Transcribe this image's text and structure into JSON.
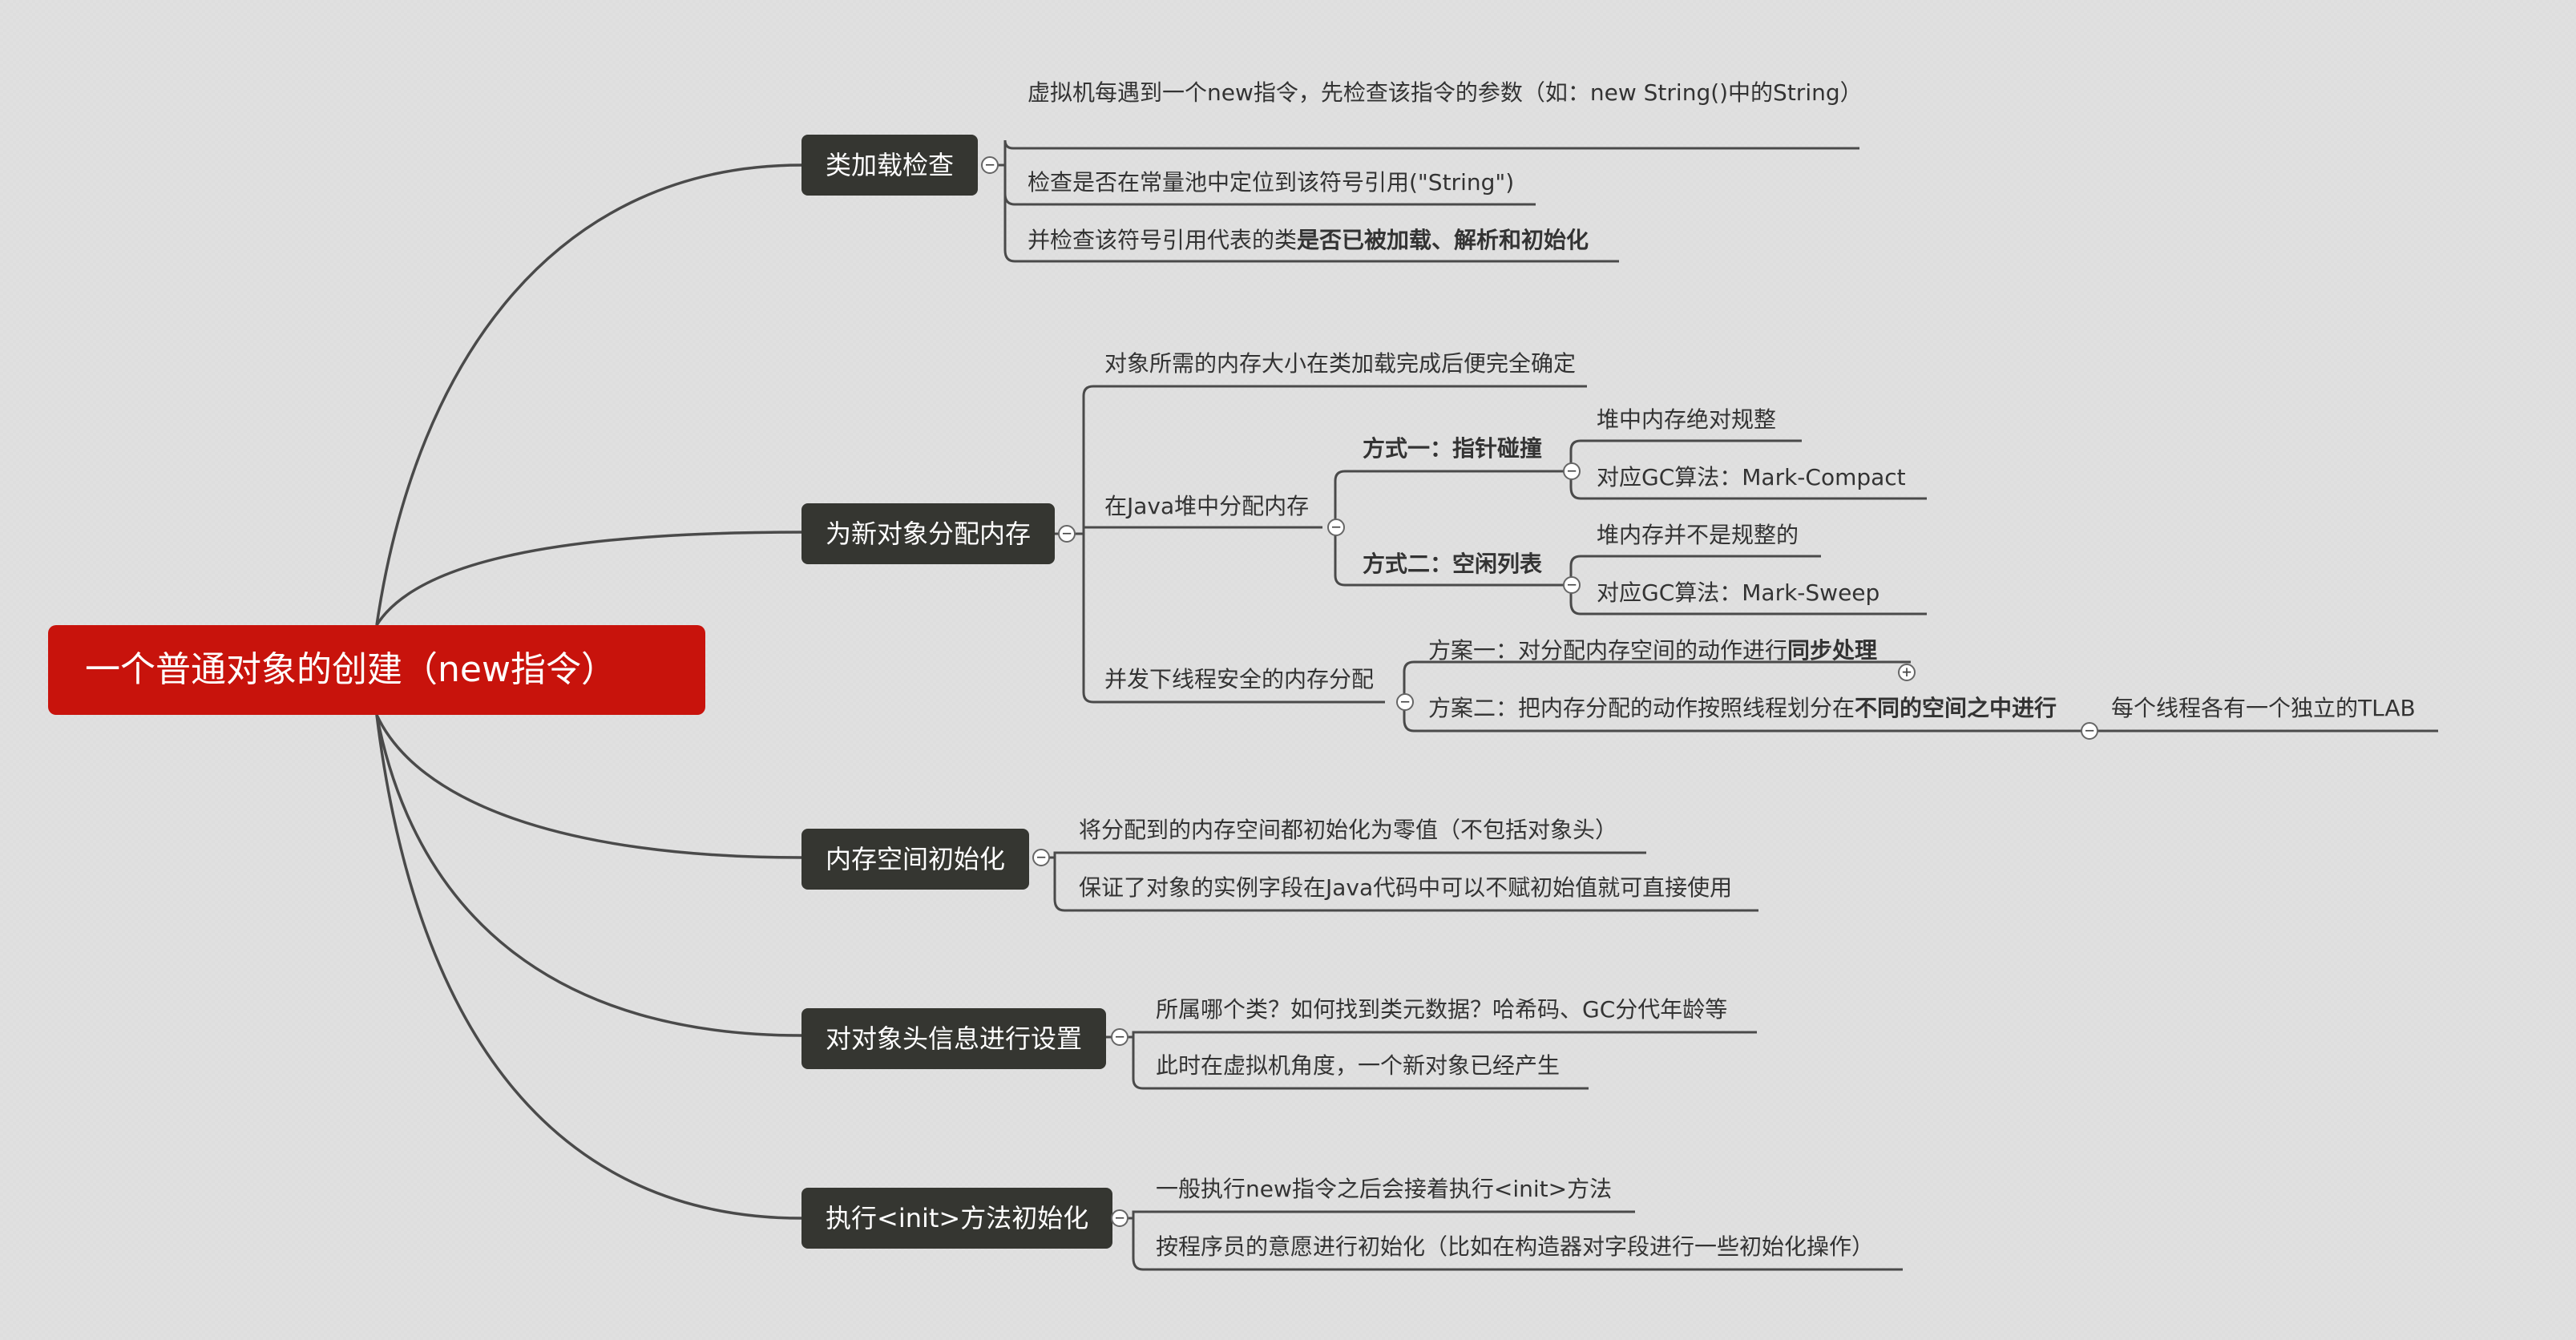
{
  "root": {
    "label": "一个普通对象的创建（new指令）"
  },
  "branches": [
    {
      "label": "类加载检查",
      "children": [
        "虚拟机每遇到一个new指令，先检查该指令的参数（如：new String()中的String）",
        "检查是否在常量池中定位到该符号引用(\"String\")",
        {
          "text": "并检查该符号引用代表的类",
          "bold": "是否已被加载、解析和初始化"
        }
      ]
    },
    {
      "label": "为新对象分配内存",
      "children": [
        "对象所需的内存大小在类加载完成后便完全确定",
        {
          "label": "在Java堆中分配内存",
          "methods": [
            {
              "label": "方式一：指针碰撞",
              "items": [
                "堆中内存绝对规整",
                "对应GC算法：Mark-Compact"
              ]
            },
            {
              "label": "方式二：空闲列表",
              "items": [
                "堆内存并不是规整的",
                "对应GC算法：Mark-Sweep"
              ]
            }
          ]
        },
        {
          "label": "并发下线程安全的内存分配",
          "plans": [
            {
              "text": "方案一：对分配内存空间的动作进行",
              "bold": "同步处理"
            },
            {
              "text": "方案二：把内存分配的动作按照线程划分在",
              "bold": "不同的空间之中进行",
              "child": "每个线程各有一个独立的TLAB"
            }
          ]
        }
      ]
    },
    {
      "label": "内存空间初始化",
      "children": [
        "将分配到的内存空间都初始化为零值（不包括对象头）",
        "保证了对象的实例字段在Java代码中可以不赋初始值就可直接使用"
      ]
    },
    {
      "label": "对对象头信息进行设置",
      "children": [
        "所属哪个类？如何找到类元数据？哈希码、GC分代年龄等",
        "此时在虚拟机角度，一个新对象已经产生"
      ]
    },
    {
      "label": "执行<init>方法初始化",
      "children": [
        "一般执行new指令之后会接着执行<init>方法",
        "按程序员的意愿进行初始化（比如在构造器对字段进行一些初始化操作）"
      ]
    }
  ]
}
